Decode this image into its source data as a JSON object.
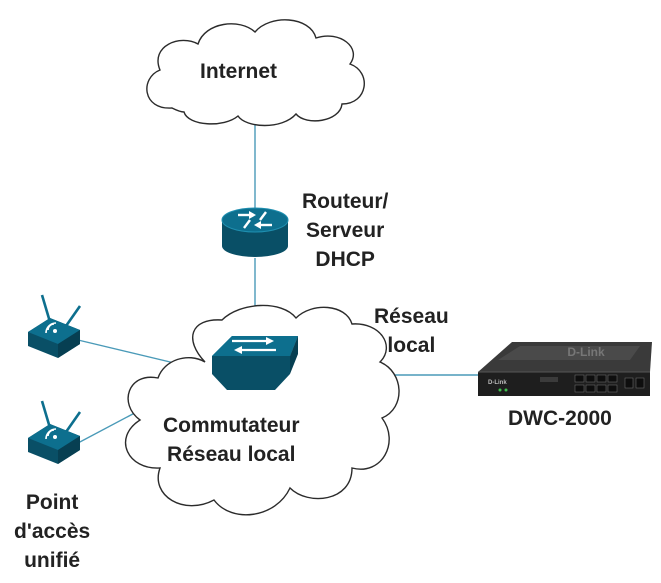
{
  "labels": {
    "internet": "Internet",
    "router": [
      "Routeur/",
      "Serveur",
      "DHCP"
    ],
    "lan_link": [
      "Réseau",
      "local"
    ],
    "switch": [
      "Commutateur",
      "Réseau local"
    ],
    "controller": "DWC-2000",
    "access_point": [
      "Point",
      "d'accès",
      "unifié"
    ]
  },
  "device_text": {
    "brand": "D-Link"
  },
  "colors": {
    "accent": "#0d6f8e",
    "accent_dark": "#094f66",
    "accent_light": "#1f8fb0",
    "line": "#4a9ab8",
    "cloud_stroke": "#2b2b2b",
    "label_text": "#222222",
    "controller_body": "#2b2b2b"
  },
  "icons": {
    "router": "router-icon",
    "switch": "switch-icon",
    "access_point": "wireless-access-point-icon",
    "controller": "wireless-controller-icon"
  }
}
